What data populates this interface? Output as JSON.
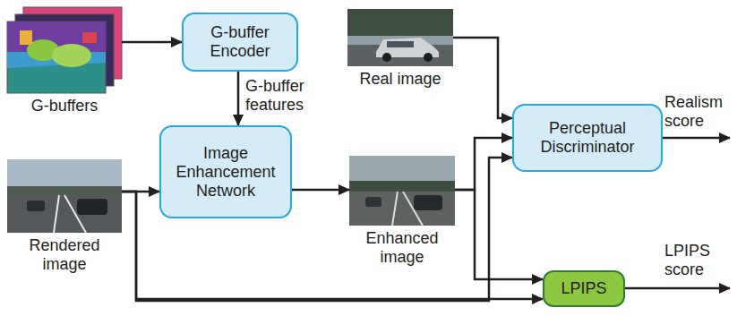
{
  "diagram": {
    "nodes": [
      {
        "text": [
          "G-buffers"
        ]
      },
      {
        "text": [
          "G-buffer Encoder"
        ]
      },
      {
        "text": [
          "Real image"
        ]
      },
      {
        "text": [
          "Rendered image"
        ]
      },
      {
        "text": [
          "Image Enhancement Network"
        ]
      },
      {
        "text": [
          "Enhanced image"
        ]
      },
      {
        "text": [
          "Perceptual Discriminator"
        ]
      },
      {
        "text": [
          "LPIPS"
        ]
      }
    ],
    "edges": [
      {
        "from": 0,
        "to": 1,
        "arrow": "to"
      },
      {
        "from": 1,
        "to": 4,
        "label": "G-buffer features",
        "arrow": "to"
      },
      {
        "from": 3,
        "to": 4,
        "arrow": "to"
      },
      {
        "from": 4,
        "to": 5,
        "arrow": "to"
      },
      {
        "from": 2,
        "to": 6,
        "arrow": "to"
      },
      {
        "from": 5,
        "to": 6,
        "arrow": "to"
      },
      {
        "from": 3,
        "to": 6,
        "arrow": "to"
      },
      {
        "from": 5,
        "to": 7,
        "arrow": "to"
      },
      {
        "from": 3,
        "to": 7,
        "arrow": "to"
      }
    ],
    "labels": [
      "Realism score",
      "LPIPS score"
    ]
  }
}
